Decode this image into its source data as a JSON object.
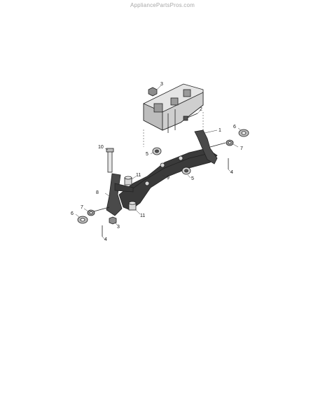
{
  "watermark": "AppliancePartsPros.com",
  "callouts": [
    "3",
    "2",
    "6",
    "7",
    "1",
    "10",
    "5",
    "11",
    "9",
    "4",
    "5",
    "8",
    "7",
    "6",
    "3",
    "11",
    "4"
  ],
  "colors": {
    "line": "#222222",
    "fill_dark": "#3a3a3a",
    "fill_mid": "#8c8c8c",
    "fill_light": "#d6d6d6",
    "watermark": "#a8a8a8"
  }
}
